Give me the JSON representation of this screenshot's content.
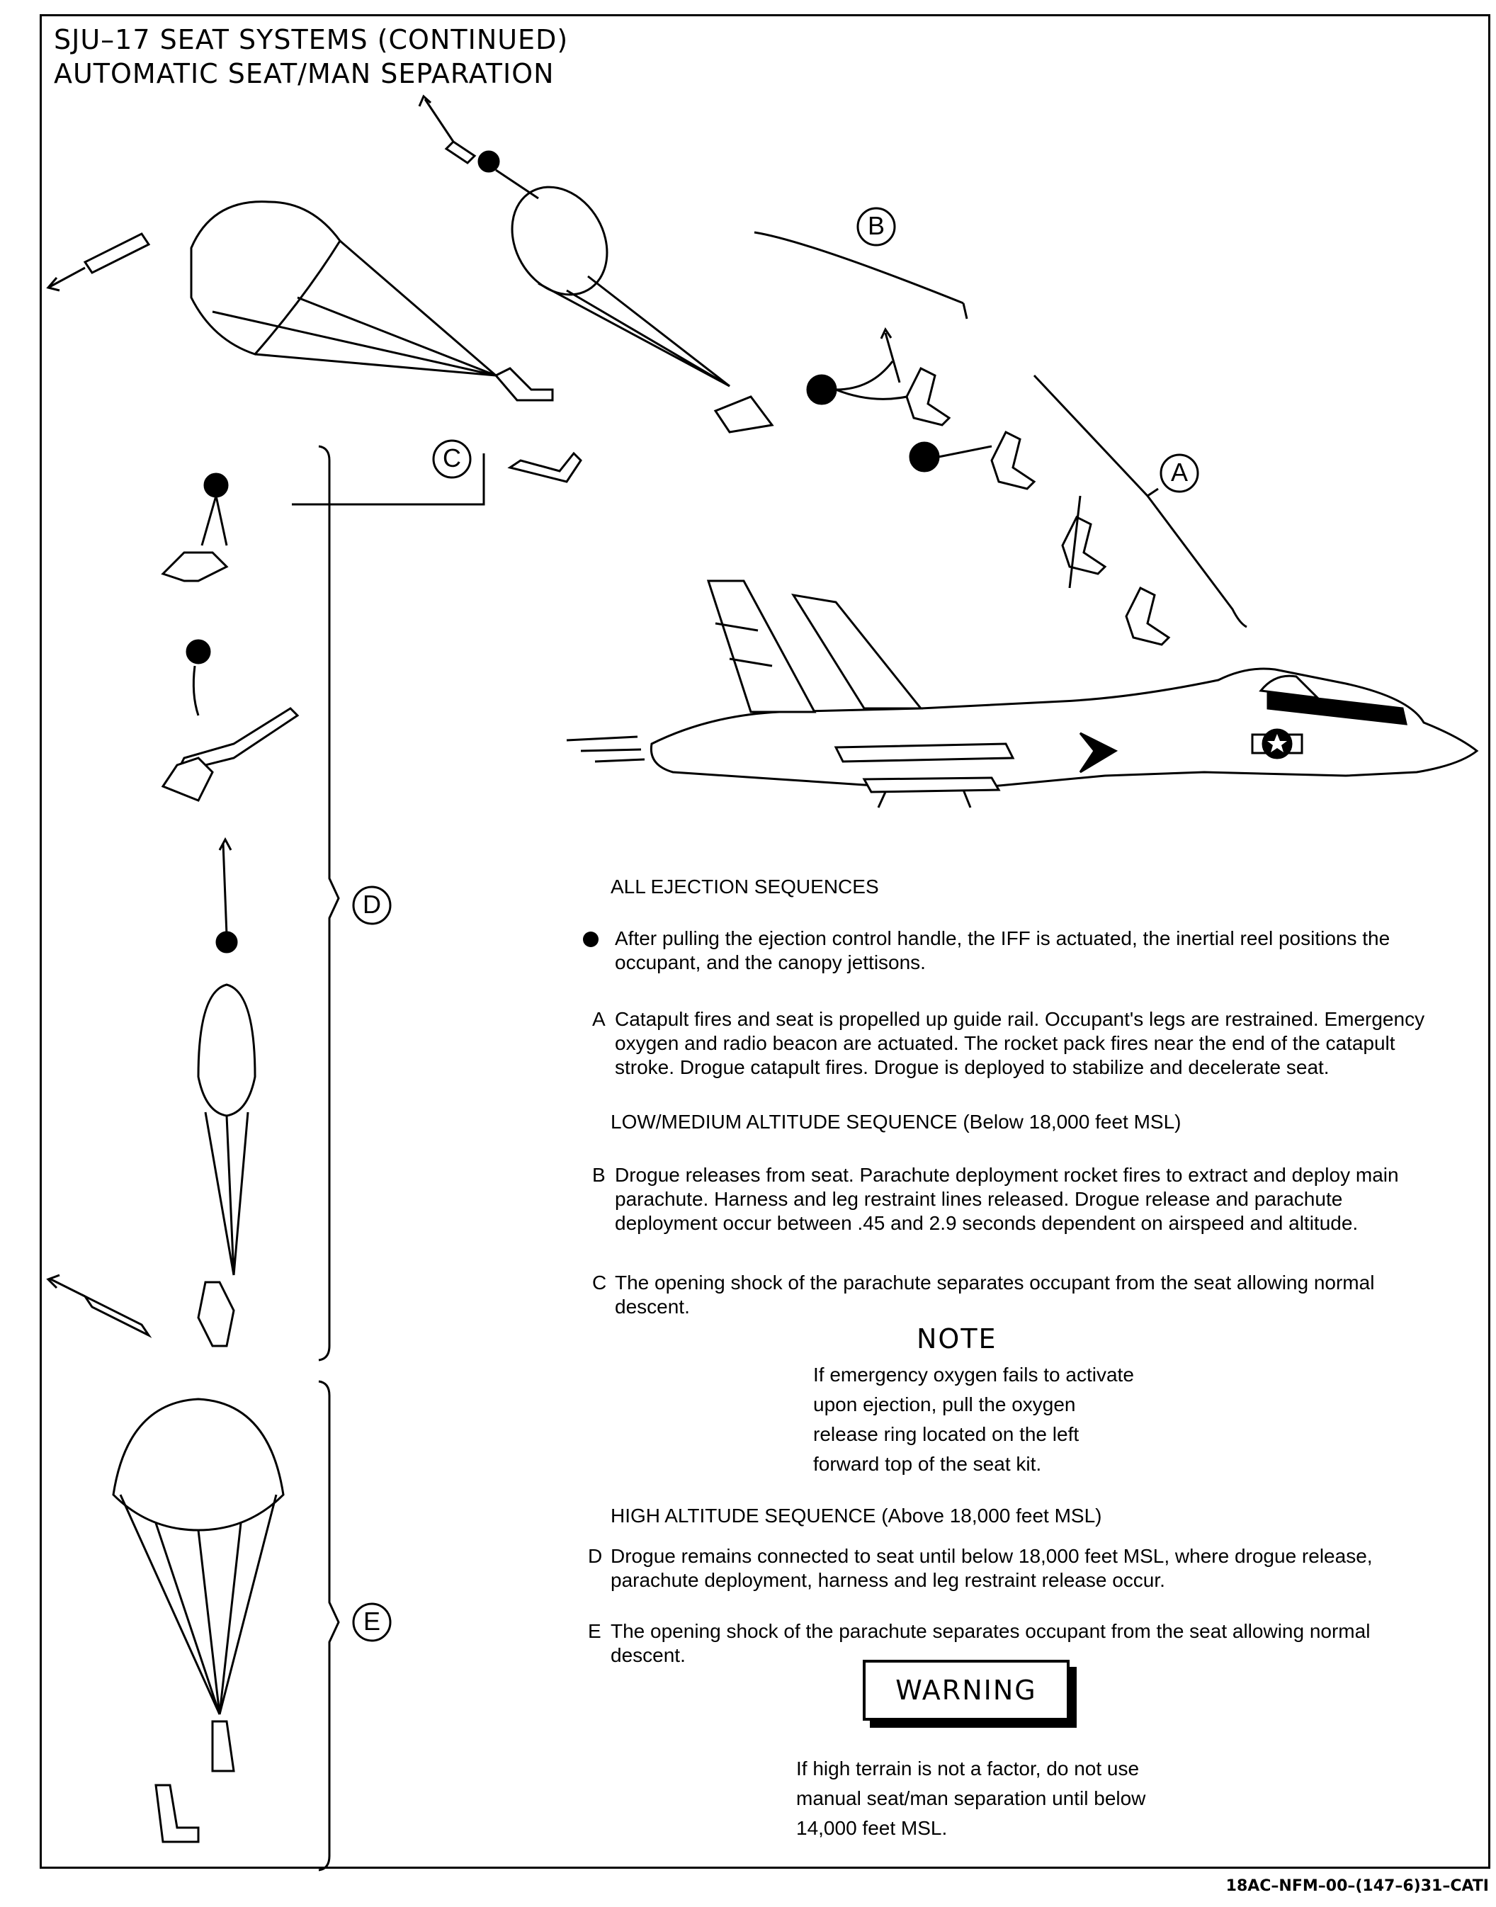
{
  "title": {
    "line1": "SJU–17 SEAT SYSTEMS (CONTINUED)",
    "line2": "AUTOMATIC SEAT/MAN SEPARATION"
  },
  "callouts": [
    "A",
    "B",
    "C",
    "D",
    "E"
  ],
  "all_ejection": {
    "heading": "ALL EJECTION SEQUENCES",
    "bullet": "After pulling the ejection control handle, the IFF is  actuated, the inertial reel positions the occupant, and the canopy jettisons.",
    "a_letter": "A",
    "a_text": "Catapult fires and seat is propelled up guide rail. Occupant's legs are restrained.  Emergency oxygen and radio beacon are actuated. The rocket pack fires near the end  of the catapult stroke. Drogue catapult fires. Drogue is deployed to stabilize and decelerate seat."
  },
  "low_medium": {
    "heading": "LOW/MEDIUM ALTITUDE SEQUENCE (Below 18,000 feet MSL)",
    "b_letter": "B",
    "b_text": "Drogue releases from seat. Parachute deployment rocket fires to extract and deploy main parachute. Harness and leg restraint lines released. Drogue release and  parachute deployment occur between .45 and 2.9 seconds dependent on airspeed and altitude.",
    "c_letter": "C",
    "c_text": "The opening shock of the parachute separates occupant from  the seat allowing normal descent."
  },
  "note": {
    "heading": "NOTE",
    "text": "If emergency oxygen fails to activate upon ejection, pull the oxygen release ring located on the left forward top of the seat kit."
  },
  "high_altitude": {
    "heading": "HIGH ALTITUDE SEQUENCE (Above 18,000 feet MSL)",
    "d_letter": "D",
    "d_text": "Drogue remains connected to seat until below 18,000 feet MSL, where drogue release, parachute deployment, harness and leg restraint release occur.",
    "e_letter": "E",
    "e_text": "The opening shock of the parachute separates occupant from the seat allowing normal descent."
  },
  "warning": {
    "label": "WARNING",
    "text": "If high terrain is not a factor, do not use manual seat/man separation until below 14,000 feet MSL."
  },
  "footer": "18AC–NFM–00–(147–6)31–CATI"
}
